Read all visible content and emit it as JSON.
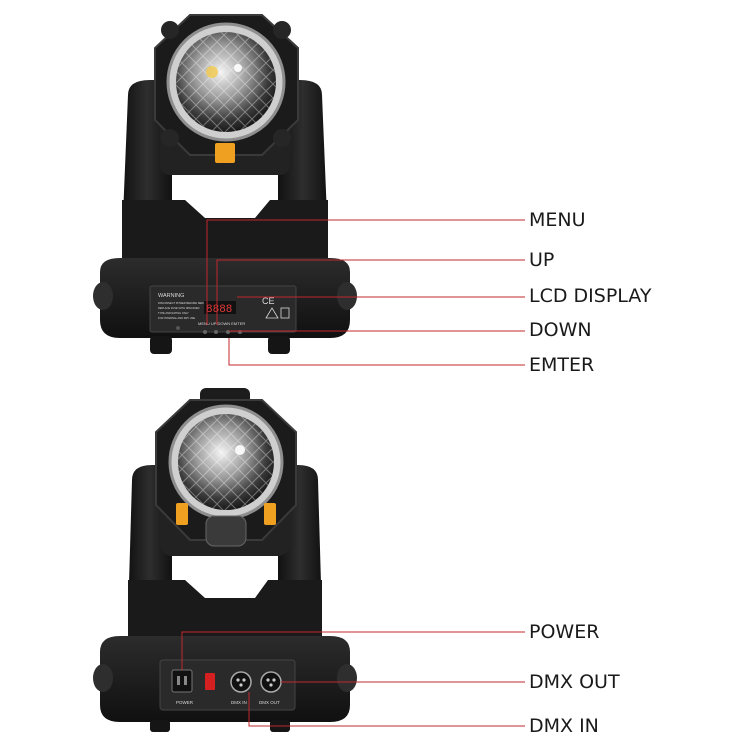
{
  "product": {
    "front_view": {
      "callouts": {
        "menu": "MENU",
        "up": "UP",
        "lcd": "LCD DISPLAY",
        "down": "DOWN",
        "enter": "EMTER"
      },
      "panel": {
        "warning_title": "WARNING",
        "warning_lines": [
          "DISCONNECT POWER BEFORE SERVICING",
          "REPLACE FUSE WITH SPECIFIED",
          "TYPE AND RATING ONLY",
          "FOR INTERNAL AND DRY USE"
        ],
        "display_value": "8888",
        "button_labels": "MENU  UP  DOWN  EMTER",
        "cert_mark": "CE"
      }
    },
    "back_view": {
      "callouts": {
        "power": "POWER",
        "dmx_out": "DMX OUT",
        "dmx_in": "DMX IN"
      },
      "panel": {
        "power_label": "POWER",
        "dmx_in_label": "DMX IN",
        "dmx_out_label": "DMX OUT"
      }
    }
  },
  "colors": {
    "body": "#1c1c1c",
    "body_highlight": "#3a3a3a",
    "accent_orange": "#f0a020",
    "leader_line": "#c0282e",
    "panel": "#2a2a2a",
    "switch_red": "#d42020",
    "label_text": "#1a1a1a"
  }
}
